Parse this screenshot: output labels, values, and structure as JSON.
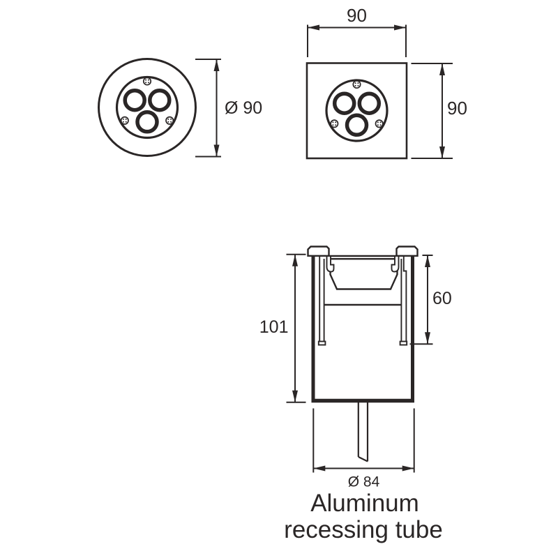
{
  "drawing": {
    "background_color": "#ffffff",
    "line_color": "#2a2626",
    "round_view": {
      "diameter_label": "Ø 90",
      "led_count": 3,
      "screw_count": 3
    },
    "square_view": {
      "width_label": "90",
      "height_label": "90",
      "led_count": 3,
      "screw_count": 3
    },
    "section_view": {
      "overall_height_label": "101",
      "recess_depth_label": "60",
      "tube_diameter_label": "Ø 84"
    },
    "caption": {
      "line1": "Aluminum",
      "line2": "recessing tube"
    }
  }
}
